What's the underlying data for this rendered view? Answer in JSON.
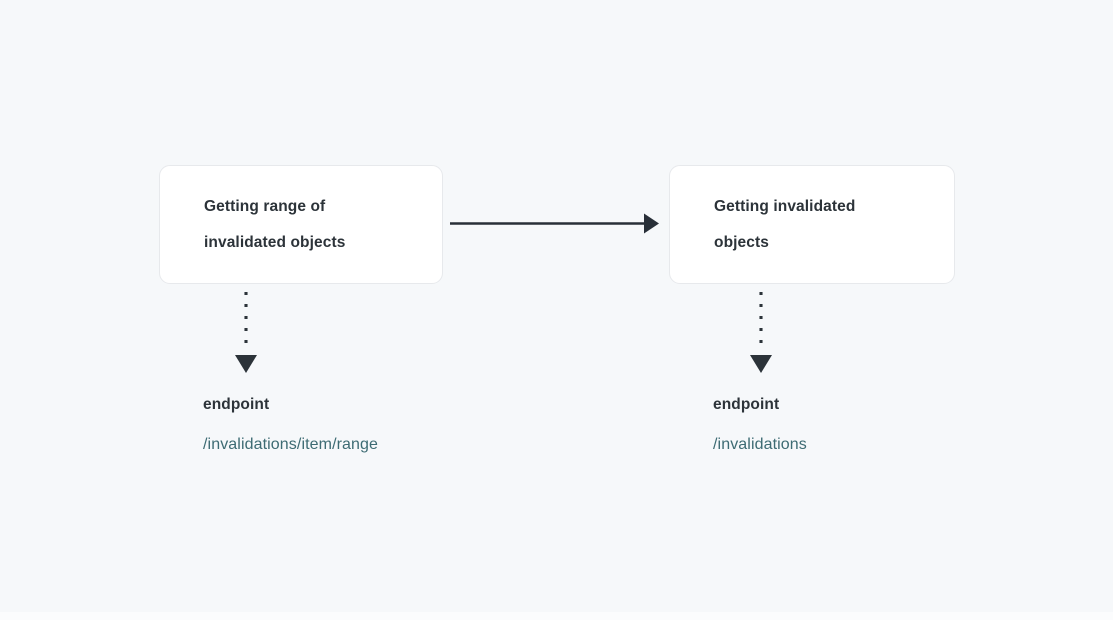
{
  "diagram": {
    "background_color": "#f6f8fa",
    "node_fill_color": "#ffffff",
    "node_border_color": "#e7e9ec",
    "text_color": "#2c3339",
    "endpoint_color": "#3d6b73",
    "connector_color": "#282f38",
    "nodes": [
      {
        "id": "getting-range-of-invalidated-objects",
        "label": "Getting range of\ninvalidated objects"
      },
      {
        "id": "getting-invalidated-objects",
        "label": "Getting invalidated\nobjects"
      }
    ],
    "annotations": [
      {
        "title": "endpoint",
        "path": "/invalidations/item/range"
      },
      {
        "title": "endpoint",
        "path": "/invalidations"
      }
    ],
    "connectors": [
      {
        "id": "flow-arrow",
        "style": "solid",
        "direction": "right"
      },
      {
        "id": "endpoint-link-1",
        "style": "dotted",
        "direction": "down"
      },
      {
        "id": "endpoint-link-2",
        "style": "dotted",
        "direction": "down"
      }
    ]
  }
}
